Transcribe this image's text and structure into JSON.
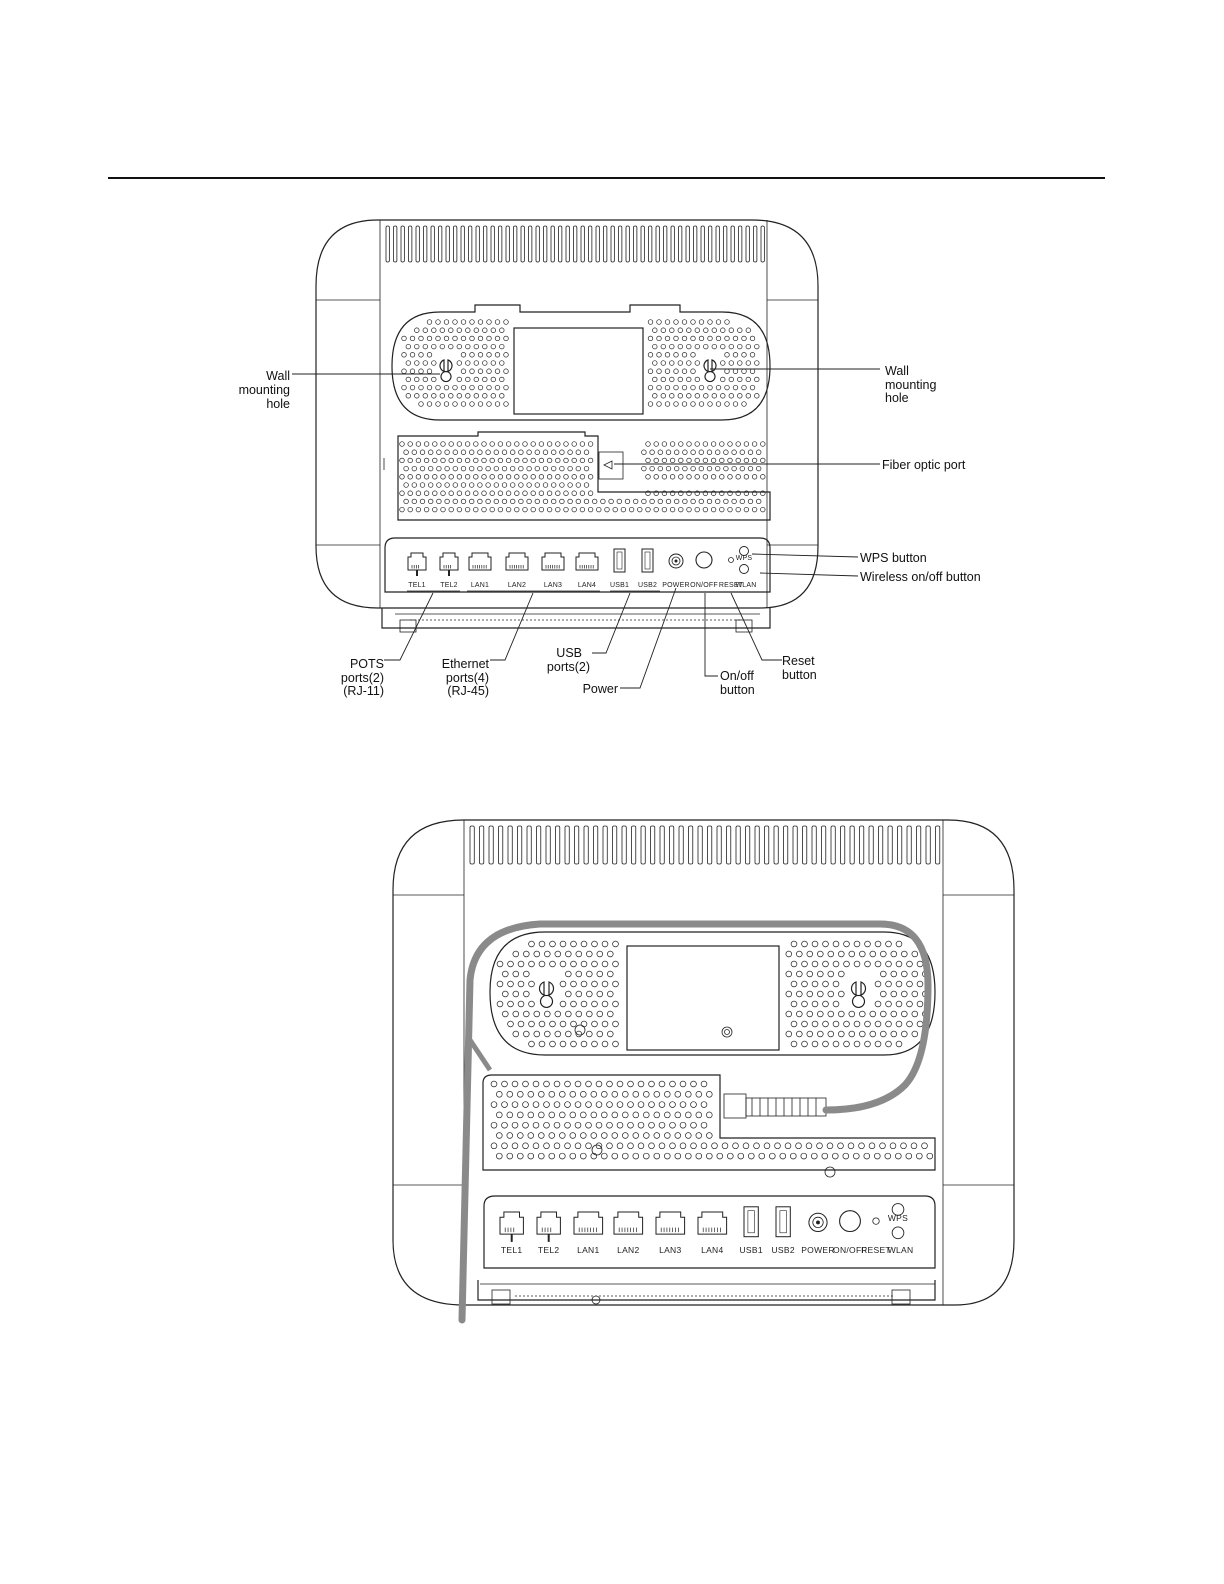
{
  "diagram1": {
    "callouts": {
      "wall_left": [
        "Wall",
        "mounting",
        "hole"
      ],
      "wall_right": [
        "Wall",
        "mounting",
        "hole"
      ],
      "fiber": "Fiber optic port",
      "wps": "WPS button",
      "wireless": "Wireless on/off button",
      "pots": [
        "POTS",
        "ports(2)",
        "(RJ-11)"
      ],
      "ethernet": [
        "Ethernet",
        "ports(4)",
        "(RJ-45)"
      ],
      "usb": [
        "USB",
        "ports(2)"
      ],
      "power": "Power",
      "onoff": [
        "On/off",
        "button"
      ],
      "reset": [
        "Reset",
        "button"
      ]
    },
    "port_labels": [
      "TEL1",
      "TEL2",
      "LAN1",
      "LAN2",
      "LAN3",
      "LAN4",
      "USB1",
      "USB2",
      "POWER",
      "ON/OFF",
      "RESET"
    ],
    "small_labels": {
      "wps": "WPS",
      "wlan": "WLAN"
    }
  },
  "diagram2": {
    "port_labels": [
      "TEL1",
      "TEL2",
      "LAN1",
      "LAN2",
      "LAN3",
      "LAN4",
      "USB1",
      "USB2",
      "POWER",
      "ON/OFF",
      "RESET"
    ],
    "small_labels": {
      "wps": "WPS",
      "wlan": "WLAN"
    }
  }
}
